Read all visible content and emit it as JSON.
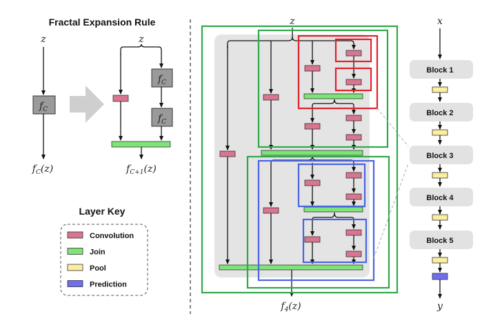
{
  "left": {
    "title": "Fractal Expansion Rule",
    "z": "z",
    "fc": "fC",
    "fc_sub": "C",
    "fc_out": "fC(z)",
    "fc1_out": "fC+1(z)"
  },
  "layer_key": {
    "title": "Layer Key",
    "items": [
      {
        "label": "Convolution",
        "color": "#d9758f"
      },
      {
        "label": "Join",
        "color": "#7ee47a"
      },
      {
        "label": "Pool",
        "color": "#fbee9e"
      },
      {
        "label": "Prediction",
        "color": "#6e6ef0"
      }
    ]
  },
  "middle": {
    "input": "z",
    "output": "f4(z)"
  },
  "right": {
    "input": "x",
    "output": "y",
    "blocks": [
      "Block 1",
      "Block 2",
      "Block 3",
      "Block 4",
      "Block 5"
    ]
  },
  "colors": {
    "convolution": "#d9758f",
    "join": "#7ee47a",
    "pool": "#fbee9e",
    "prediction": "#6e6ef0",
    "red_box": "#e0202a",
    "green_box": "#2ea84a",
    "blue_box": "#4a63e0",
    "gray_bg": "#e4e4e4"
  }
}
